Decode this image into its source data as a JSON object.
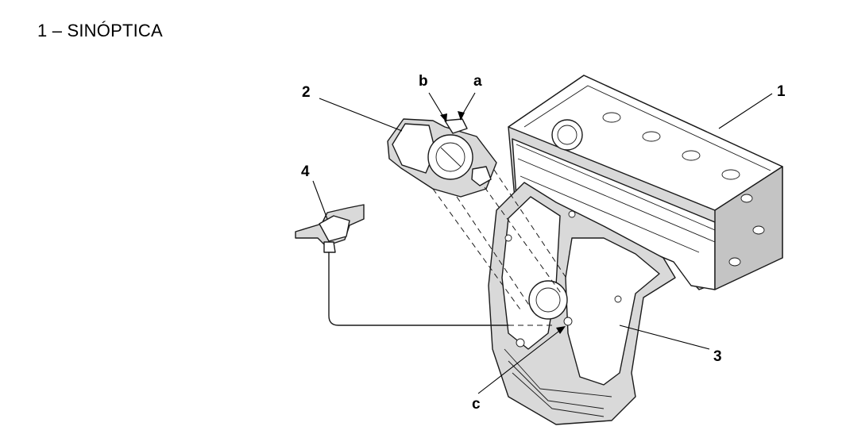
{
  "title": "1 – SINÓPTICA",
  "callouts": {
    "engine": "1",
    "throttle_body": "2",
    "intake_manifold": "3",
    "sensor": "4",
    "point_a": "a",
    "point_b": "b",
    "point_c": "c"
  }
}
